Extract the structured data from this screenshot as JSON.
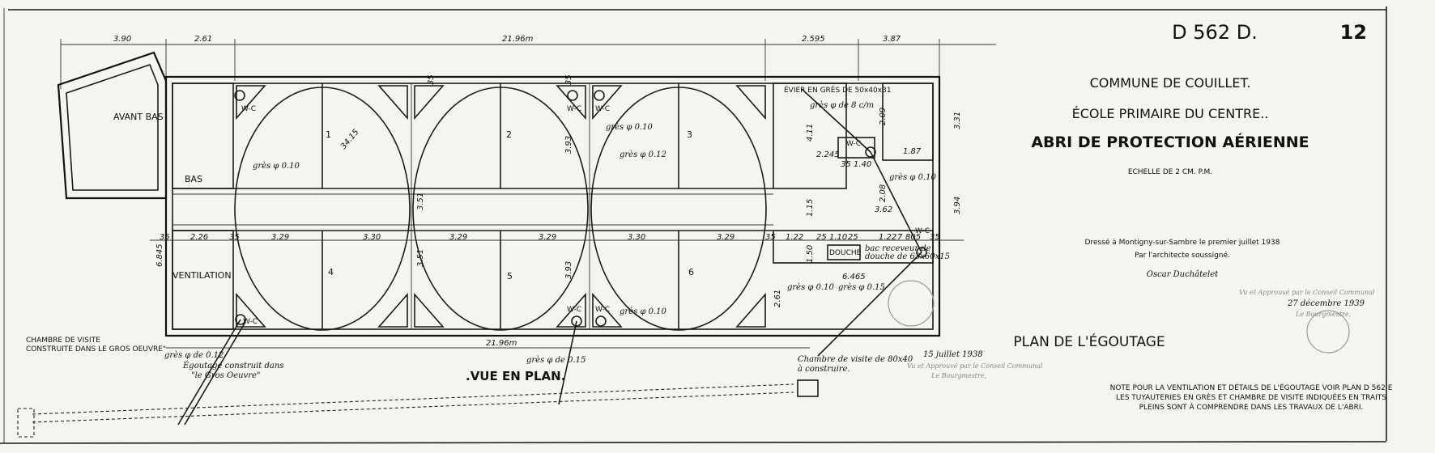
{
  "header": {
    "drawing_ref": "D 562 D.",
    "sheet_number": "12"
  },
  "title_block": {
    "commune": "COMMUNE DE COUILLET.",
    "school": "ÉCOLE PRIMAIRE DU CENTRE..",
    "project": "ABRI DE PROTECTION AÉRIENNE",
    "scale": "ECHELLE DE 2 CM. P.M."
  },
  "signature_block": {
    "line1": "Dressé à Montigny-sur-Sambre le premier juillet 1938",
    "line2": "Par l'architecte soussigné.",
    "signature": "Oscar Duchâtelet"
  },
  "plan_title": "PLAN DE L'ÉGOUTAGE",
  "notes": [
    "NOTE POUR LA VENTILATION ET DÉTAILS DE L'ÉGOUTAGE VOIR PLAN D 562 E",
    "LES TUYAUTERIES EN GRÈS ET CHAMBRE DE VISITE INDIQUÉES EN TRAITS",
    "PLEINS SONT À COMPRENDRE DANS LES TRAVAUX DE L'ABRI."
  ],
  "approvals": [
    {
      "text": "Vu et Approuvé par le Conseil Communal",
      "date": "15 juillet 1938",
      "role": "Le Bourgmestre,"
    },
    {
      "text": "Vu et Approuvé par le Conseil Communal",
      "date": "27 décembre 1939",
      "role": "Le Bourgmestre,"
    }
  ],
  "view_title": ".VUE EN PLAN.",
  "rooms": {
    "avant_bas": "AVANT BAS",
    "bas": "BAS",
    "ventilation": "VENTILATION",
    "wc": "W-C",
    "douche": "DOUCHE",
    "numbers": [
      "1",
      "2",
      "3",
      "4",
      "5",
      "6"
    ]
  },
  "annotations": {
    "chambre_visite_1": "CHAMBRE DE VISITE",
    "chambre_visite_2": "CONSTRUITE DANS LE GROS OEUVRE\"",
    "gres_012": "grès φ de 0.12",
    "egoutage_1": "Égoutage construit dans",
    "egoutage_2": "\"le Gros Oeuvre\"",
    "gres_015_bottom": "grès φ de 0.15",
    "chambre_80_1": "Chambre de visite de 80x40",
    "chambre_80_2": "à construire.",
    "evier": "ÉVIER EN GRÈS DE 50x40x31",
    "gres_8": "grès φ de 8 c/m",
    "bac_1": "bac receveur de",
    "bac_2": "douche de 63x60x15",
    "gres_010_a": "grès φ 0.10",
    "gres_010_b": "grès φ 0.10",
    "gres_012_b": "grès φ 0.12",
    "gres_010_c": "grès φ 0.10",
    "gres_010_d": "grès φ 0.10",
    "gres_015_c": "grès φ 0.15",
    "gres_010_e": "grès φ 0.10"
  },
  "dimensions": {
    "top": [
      "3.90",
      "2.61",
      "21.96m",
      "2.595",
      "3.87"
    ],
    "bottom_total": "21.96m",
    "row": [
      "35",
      "2.26",
      "35",
      "3.29",
      "3.30",
      "3.29",
      "3.29",
      "3.30",
      "3.29",
      "35",
      "1.22",
      "25",
      "1.10",
      "25",
      "1.22",
      "7",
      "805",
      "35"
    ],
    "vertical": [
      "6.845",
      "3.51",
      "3.93",
      "3.93",
      "3.51",
      "4.11",
      "1.15",
      "1.50",
      "2.09",
      "2.08",
      "3.31",
      "3.94",
      "2.61"
    ],
    "misc": [
      "2.245",
      "35",
      "1.40",
      "3.62",
      "1.87",
      "6.465",
      "34.15",
      "35",
      "35"
    ]
  }
}
